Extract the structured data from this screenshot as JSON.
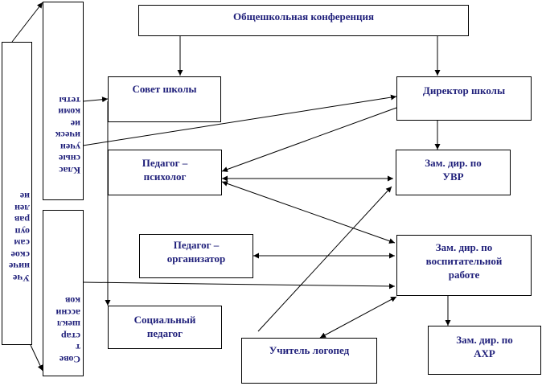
{
  "nodes": {
    "conference": "Общешкольная конференция",
    "school_council": "Совет школы",
    "director": "Директор школы",
    "class_committees": "Клас\nсные\nучен\nическ\nие\nкоми\nтеты",
    "student_self_gov": "Уче\nниче\nское\nсам\nоуп\nрав\nлен\nие",
    "senior_council": "Сове\nт\nстар\nшекл\nассни\nков",
    "psychologist": "Педагог –\nпсихолог",
    "deputy_uvr": "Зам. дир. по\nУВР",
    "organizer": "Педагог –\nорганизатор",
    "deputy_edu": "Зам. дир. по\nвоспитательной\nработе",
    "social_teacher": "Социальный\nпедагог",
    "speech_therapist": "Учитель логопед",
    "deputy_ahr": "Зам. дир. по\nАХР"
  },
  "colors": {
    "text": "#1f1f7a",
    "line": "#000000"
  }
}
